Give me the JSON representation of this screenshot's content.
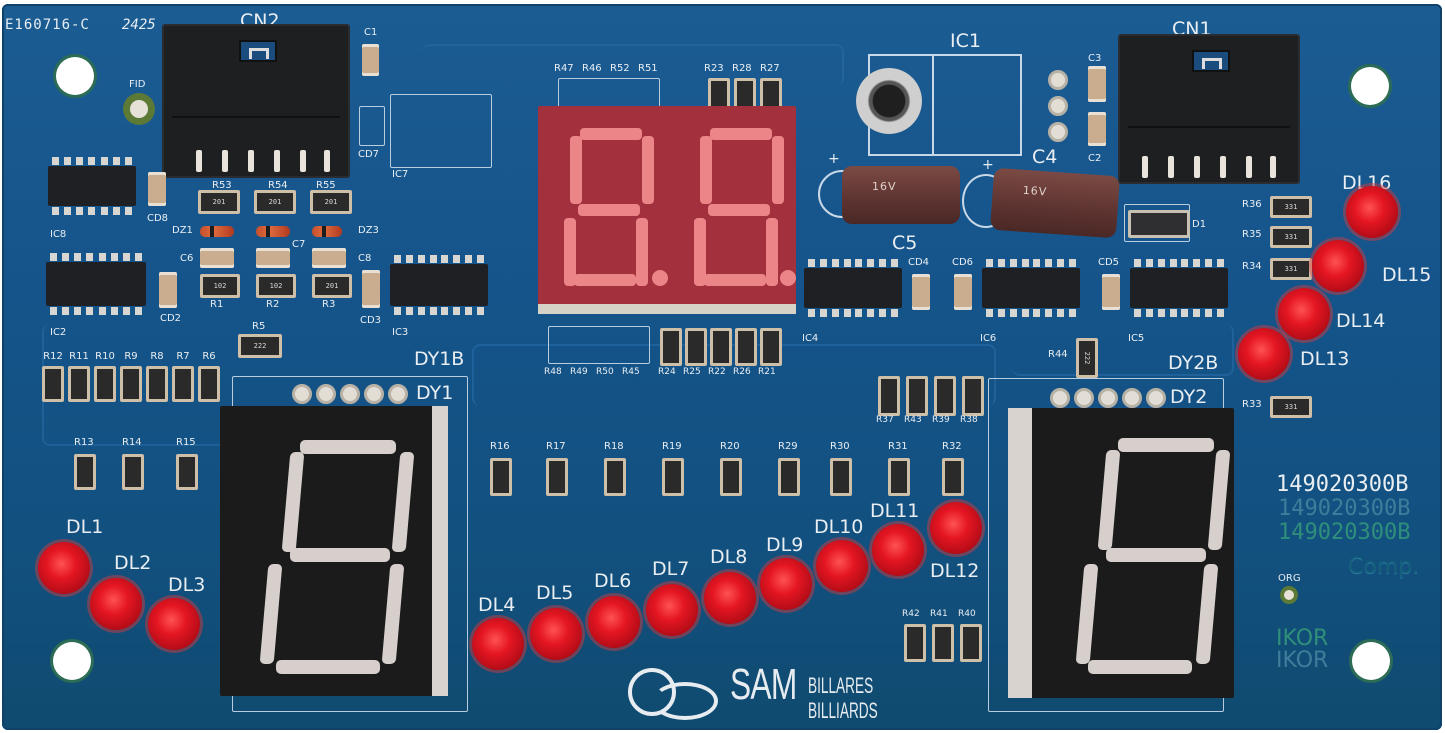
{
  "board": {
    "part_code": "E160716-C",
    "date_code": "2425",
    "fiducial_label": "FID",
    "origin_label": "ORG",
    "part_numbers": [
      "149020300B",
      "149020300B",
      "149020300B"
    ],
    "comp_label": "Comp.",
    "ikor_labels": [
      "IKOR",
      "IKOR"
    ],
    "colors": {
      "pcb": "#15548a",
      "led": "#e41622",
      "display_red": "#a2303d",
      "silkscreen": "#e9eef2"
    }
  },
  "logo": {
    "brand": "SAM",
    "line1": "BILLARES",
    "line2": "BILLIARDS"
  },
  "connectors": {
    "cn1": "CN1",
    "cn2": "CN2"
  },
  "regulator": {
    "label": "IC1"
  },
  "capacitors": {
    "c1": "C1",
    "c2": "C2",
    "c3": "C3",
    "c4": "C4",
    "c5": "C5",
    "c6": "C6",
    "c7": "C7",
    "c8": "C8",
    "cd2": "CD2",
    "cd3": "CD3",
    "cd4": "CD4",
    "cd5": "CD5",
    "cd6": "CD6",
    "cd7": "CD7",
    "cd8": "CD8"
  },
  "ics": {
    "ic2": "IC2",
    "ic3": "IC3",
    "ic4": "IC4",
    "ic5": "IC5",
    "ic6": "IC6",
    "ic7": "IC7",
    "ic8": "IC8"
  },
  "diodes": {
    "d1": "D1",
    "dz1": "DZ1",
    "dz3": "DZ3"
  },
  "top_resistors": {
    "left_group": [
      "R47",
      "R46",
      "R52",
      "R51"
    ],
    "right_group": [
      "R23",
      "R28",
      "R27"
    ]
  },
  "under_display_resistors": {
    "left_group": [
      "R48",
      "R49",
      "R50",
      "R45"
    ],
    "right_group": [
      "R24",
      "R25",
      "R22",
      "R26",
      "R21"
    ]
  },
  "driver_resistors": [
    {
      "label": "R53",
      "value": "201"
    },
    {
      "label": "R54",
      "value": "201"
    },
    {
      "label": "R55",
      "value": "201"
    },
    {
      "label": "R1",
      "value": "102"
    },
    {
      "label": "R2",
      "value": "102"
    },
    {
      "label": "R3",
      "value": "201"
    }
  ],
  "r5": {
    "label": "R5",
    "value": "222"
  },
  "left_row_resistors": [
    "R12",
    "R11",
    "R10",
    "R9",
    "R8",
    "R7",
    "R6"
  ],
  "left_row2_resistors": [
    "R13",
    "R14",
    "R15"
  ],
  "middle_resistors": [
    "R16",
    "R17",
    "R18",
    "R19",
    "R20",
    "R29",
    "R30",
    "R31",
    "R32"
  ],
  "right_block_resistors": [
    "R37",
    "R43",
    "R39",
    "R38"
  ],
  "bottom_right_resistors": [
    "R42",
    "R41",
    "R40"
  ],
  "r44": {
    "label": "R44",
    "value": "222"
  },
  "side_resistors": [
    {
      "label": "R36",
      "value": "331"
    },
    {
      "label": "R35",
      "value": "331"
    },
    {
      "label": "R34",
      "value": "331"
    },
    {
      "label": "R33",
      "value": "331"
    }
  ],
  "displays": {
    "dual_red": {
      "digits": [
        "8.",
        "8."
      ]
    },
    "dy1": {
      "label": "DY1",
      "frame_label": "DY1B",
      "digit": "8"
    },
    "dy2": {
      "label": "DY2",
      "frame_label": "DY2B",
      "digit": "8"
    }
  },
  "leds": {
    "left": [
      "DL1",
      "DL2",
      "DL3"
    ],
    "middle": [
      "DL4",
      "DL5",
      "DL6",
      "DL7",
      "DL8",
      "DL9",
      "DL10",
      "DL11",
      "DL12"
    ],
    "right": [
      "DL13",
      "DL14",
      "DL15",
      "DL16"
    ]
  }
}
